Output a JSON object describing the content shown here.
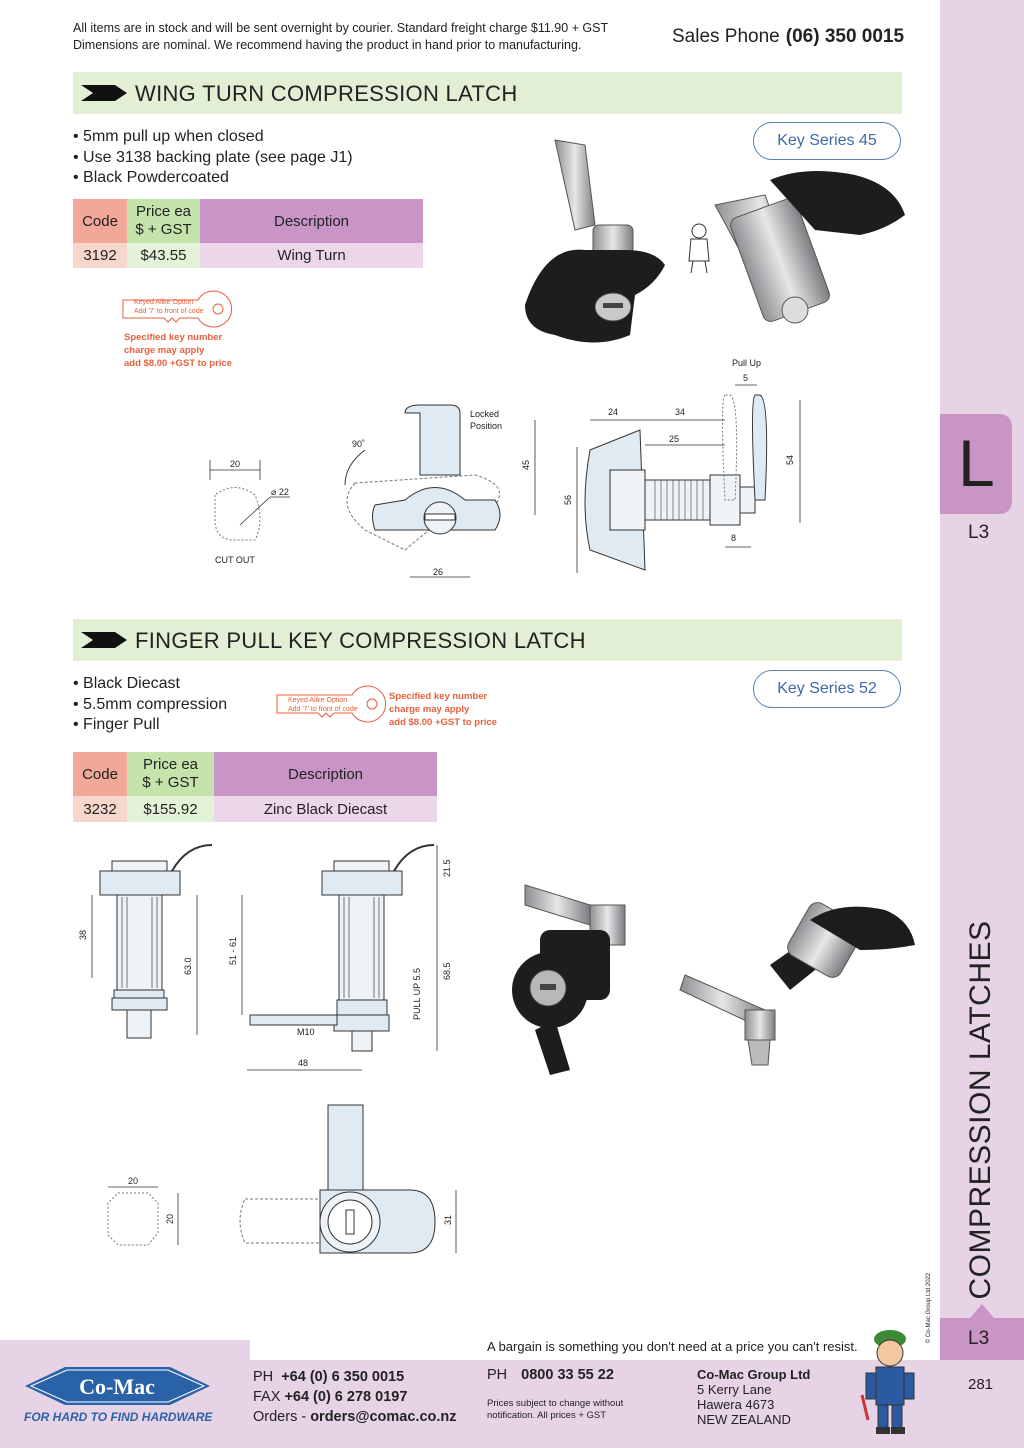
{
  "header": {
    "notice_line1": "All items are in stock and will be sent overnight by courier. Standard freight charge $11.90 + GST",
    "notice_line2": "Dimensions are nominal. We recommend having the product in hand prior to manufacturing.",
    "sales_label": "Sales Phone",
    "sales_number": "(06) 350 0015"
  },
  "sidebar": {
    "letter": "L",
    "section_top": "L3",
    "vertical_title": "COMPRESSION LATCHES",
    "copyright": "© Co-Mac Group Ltd 2022",
    "section_bottom": "L3",
    "page_number": "281"
  },
  "section1": {
    "title": "WING TURN COMPRESSION LATCH",
    "bullets": [
      "• 5mm pull up when closed",
      "• Use 3138 backing plate (see page J1)",
      "• Black Powdercoated"
    ],
    "key_series": "Key Series 45",
    "table": {
      "headers": {
        "code": "Code",
        "price_line1": "Price ea",
        "price_line2": "$ + GST",
        "description": "Description"
      },
      "rows": [
        {
          "code": "3192",
          "price": "$43.55",
          "description": "Wing Turn"
        }
      ]
    },
    "keyed": {
      "option_line1": "Keyed Alike Option",
      "option_line2": "Add '7' to front of code",
      "note_line1": "Specified key number",
      "note_line2": "charge may apply",
      "note_line3": "add $8.00 +GST to price"
    },
    "drawing": {
      "cutout_label": "CUT OUT",
      "dia": "⌀ 22",
      "w20": "20",
      "deg": "90˚",
      "locked_line1": "Locked",
      "locked_line2": "Position",
      "d45": "45",
      "d26": "26",
      "pull_up": "Pull Up",
      "d5": "5",
      "d24": "24",
      "d34": "34",
      "d25": "25",
      "d54": "54",
      "d56": "56",
      "d8": "8"
    }
  },
  "section2": {
    "title": "FINGER PULL KEY COMPRESSION LATCH",
    "bullets": [
      "• Black Diecast",
      "• 5.5mm compression",
      "• Finger Pull"
    ],
    "key_series": "Key Series 52",
    "table": {
      "headers": {
        "code": "Code",
        "price_line1": "Price ea",
        "price_line2": "$ + GST",
        "description": "Description"
      },
      "rows": [
        {
          "code": "3232",
          "price": "$155.92",
          "description": "Zinc Black Diecast"
        }
      ]
    },
    "keyed": {
      "option_line1": "Keyed Alike Option",
      "option_line2": "Add '7' to front of code",
      "note_line1": "Specified key number",
      "note_line2": "charge may apply",
      "note_line3": "add $8.00 +GST to price"
    },
    "drawing": {
      "d38": "38",
      "d63": "63.0",
      "d51": "51 - 61",
      "d21": "21.5",
      "d68": "68.5",
      "pullup": "PULL UP 5.5",
      "m10": "M10",
      "d48": "48",
      "b20a": "20",
      "b20b": "20",
      "b31": "31"
    }
  },
  "footer": {
    "logo": "Co-Mac",
    "tagline": "FOR HARD TO FIND HARDWARE",
    "motto": "A bargain is something you don't need at a price you can't resist.",
    "ph_label": "PH",
    "ph_number": "+64 (0) 6 350 0015",
    "fax_label": "FAX",
    "fax_number": "+64 (0) 6 278 0197",
    "orders_label": "Orders -",
    "orders_email": "orders@comac.co.nz",
    "ph2_label": "PH",
    "ph2_number": "0800 33 55 22",
    "prices_note": "Prices subject to change without notification. All prices + GST",
    "company": "Co-Mac Group Ltd",
    "addr1": "5 Kerry Lane",
    "addr2": "Hawera 4673",
    "addr3": "NEW ZEALAND"
  }
}
